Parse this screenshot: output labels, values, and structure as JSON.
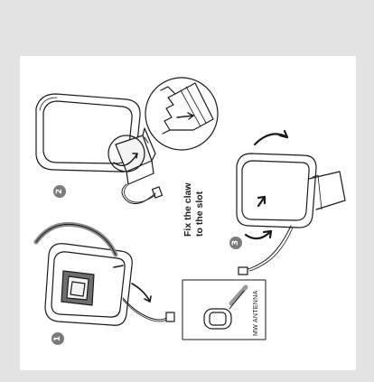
{
  "steps": [
    "1",
    "2",
    "3"
  ],
  "instruction": {
    "line1": "Fix the claw",
    "line2": "to the slot"
  },
  "connector_label": "MW ANTENNA",
  "colors": {
    "background": "#e3e3e4",
    "panel": "#ffffff",
    "line": "#1a1a1a",
    "step_badge": "#7b7b7b"
  }
}
